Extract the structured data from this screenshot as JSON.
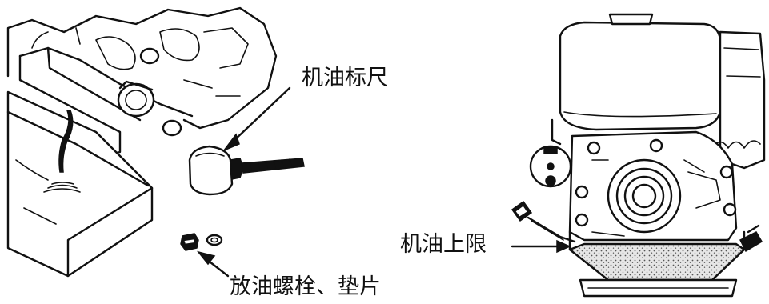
{
  "labels": {
    "dipstick": "机油标尺",
    "drain_bolt_gasket": "放油螺栓、垫片",
    "oil_upper_limit": "机油上限"
  },
  "colors": {
    "ink": "#111111",
    "paper": "#ffffff",
    "stipple": "#555555"
  }
}
